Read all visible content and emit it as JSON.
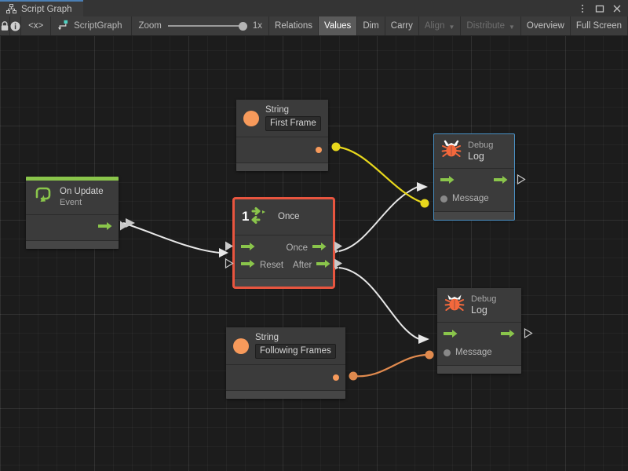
{
  "window": {
    "tab_label": "Script Graph",
    "tab_icon": "script-graph-icon",
    "menu_icon": "kebab-menu-icon",
    "maximize_icon": "maximize-icon",
    "close_icon": "close-icon"
  },
  "toolbar": {
    "lock_icon": "lock-icon",
    "info_icon": "info-icon",
    "code_icon": "code-icon",
    "code_label": "<x>",
    "graph_icon": "script-graph-asset-icon",
    "graph_name": "ScriptGraph",
    "zoom_label": "Zoom",
    "zoom_value": "1x",
    "buttons": [
      {
        "label": "Relations",
        "active": false,
        "disabled": false,
        "caret": false
      },
      {
        "label": "Values",
        "active": true,
        "disabled": false,
        "caret": false
      },
      {
        "label": "Dim",
        "active": false,
        "disabled": false,
        "caret": false
      },
      {
        "label": "Carry",
        "active": false,
        "disabled": false,
        "caret": false
      },
      {
        "label": "Align",
        "active": false,
        "disabled": true,
        "caret": true
      },
      {
        "label": "Distribute",
        "active": false,
        "disabled": true,
        "caret": true
      },
      {
        "label": "Overview",
        "active": false,
        "disabled": false,
        "caret": false
      },
      {
        "label": "Full Screen",
        "active": false,
        "disabled": false,
        "caret": false
      }
    ]
  },
  "colors": {
    "event_accent": "#8ac54b",
    "flow_green": "#8ac54b",
    "selection_red": "#e8553f",
    "selection_blue": "#4a90c4",
    "string_orange": "#f79a5b",
    "edge_yellow": "#e8d81c",
    "edge_orange": "#e08killed",
    "edge_white": "#e8e8e8",
    "canvas_bg": "#1c1c1c",
    "node_bg": "#3b3b3b"
  },
  "nodes": {
    "on_update": {
      "title": "On Update",
      "subtitle": "Event",
      "icon": "on-update-event-icon",
      "output_flow": "trigger"
    },
    "string_first": {
      "title": "String",
      "icon": "string-value-icon",
      "value": "First Frame"
    },
    "string_following": {
      "title": "String",
      "icon": "string-value-icon",
      "value": "Following Frames"
    },
    "once": {
      "title": "Once",
      "icon": "once-icon",
      "icon_number": "1",
      "selected": true,
      "inputs": [
        {
          "label": ""
        },
        {
          "label": "Reset"
        }
      ],
      "outputs": [
        {
          "label": "Once"
        },
        {
          "label": "After"
        }
      ]
    },
    "debug_log_top": {
      "title": "Debug",
      "subtitle": "Log",
      "icon": "bug-icon",
      "selected": true,
      "message_label": "Message"
    },
    "debug_log_bottom": {
      "title": "Debug",
      "subtitle": "Log",
      "icon": "bug-icon",
      "selected": false,
      "message_label": "Message"
    }
  },
  "connections": [
    {
      "from": "on_update.trigger",
      "to": "once.enter",
      "type": "flow",
      "color": "#e8e8e8"
    },
    {
      "from": "once.once",
      "to": "debug_log_top.enter",
      "type": "flow",
      "color": "#e8e8e8"
    },
    {
      "from": "once.after",
      "to": "debug_log_bottom.enter",
      "type": "flow",
      "color": "#e8e8e8"
    },
    {
      "from": "string_first.value",
      "to": "debug_log_top.message",
      "type": "value",
      "color": "#e8d81c"
    },
    {
      "from": "string_following.value",
      "to": "debug_log_bottom.message",
      "type": "value",
      "color": "#e08a4e"
    }
  ]
}
